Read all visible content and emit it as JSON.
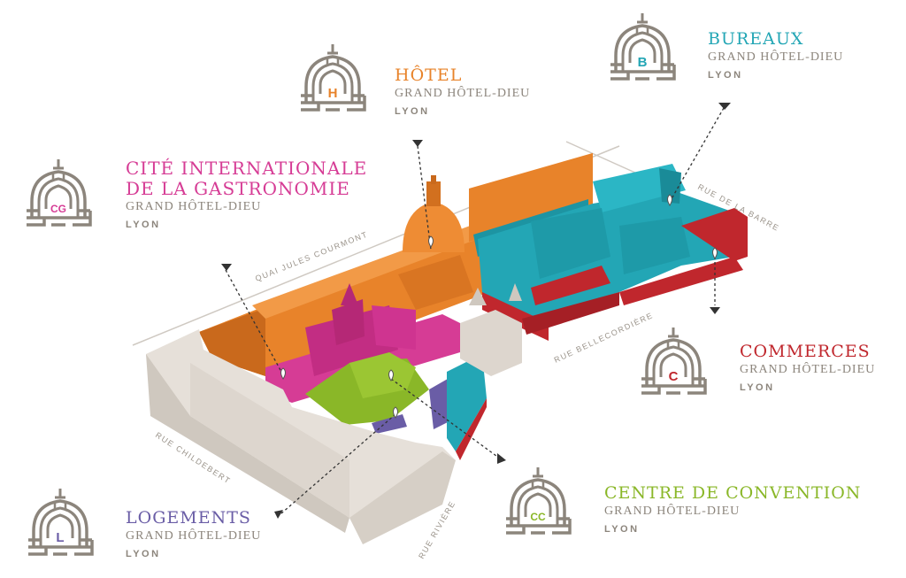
{
  "colors": {
    "hotel": "#e8832a",
    "bureaux": "#23a6b5",
    "commerces": "#c0272d",
    "gastronomie": "#d63c95",
    "convention": "#8ab728",
    "logements": "#6a5da6",
    "building_stone": "#e1dbd4",
    "grey_text": "#8c857c"
  },
  "zones": {
    "hotel": {
      "title": "HÔTEL",
      "subtitle": "GRAND HÔTEL-DIEU",
      "city": "LYON",
      "emblem_letter": "H",
      "icon": "dome-maze-icon"
    },
    "bureaux": {
      "title": "BUREAUX",
      "subtitle": "GRAND HÔTEL-DIEU",
      "city": "LYON",
      "emblem_letter": "B",
      "icon": "dome-maze-icon"
    },
    "gastronomie": {
      "title_line1": "CITÉ INTERNATIONALE",
      "title_line2": "DE LA GASTRONOMIE",
      "subtitle": "GRAND HÔTEL-DIEU",
      "city": "LYON",
      "emblem_letter": "CG",
      "icon": "dome-maze-icon"
    },
    "commerces": {
      "title": "COMMERCES",
      "subtitle": "GRAND HÔTEL-DIEU",
      "city": "LYON",
      "emblem_letter": "C",
      "icon": "dome-maze-icon"
    },
    "convention": {
      "title": "CENTRE DE CONVENTION",
      "subtitle": "GRAND HÔTEL-DIEU",
      "city": "LYON",
      "emblem_letter": "CC",
      "icon": "dome-maze-icon"
    },
    "logements": {
      "title": "LOGEMENTS",
      "subtitle": "GRAND HÔTEL-DIEU",
      "city": "LYON",
      "emblem_letter": "L",
      "icon": "dome-maze-icon"
    }
  },
  "streets": {
    "quai": "QUAI JULES COURMONT",
    "barre": "RUE DE LA BARRE",
    "bellecordiere": "RUE BELLECORDIÈRE",
    "childebert": "RUE CHILDEBERT",
    "riviere": "RUE RIVIÈRE"
  }
}
